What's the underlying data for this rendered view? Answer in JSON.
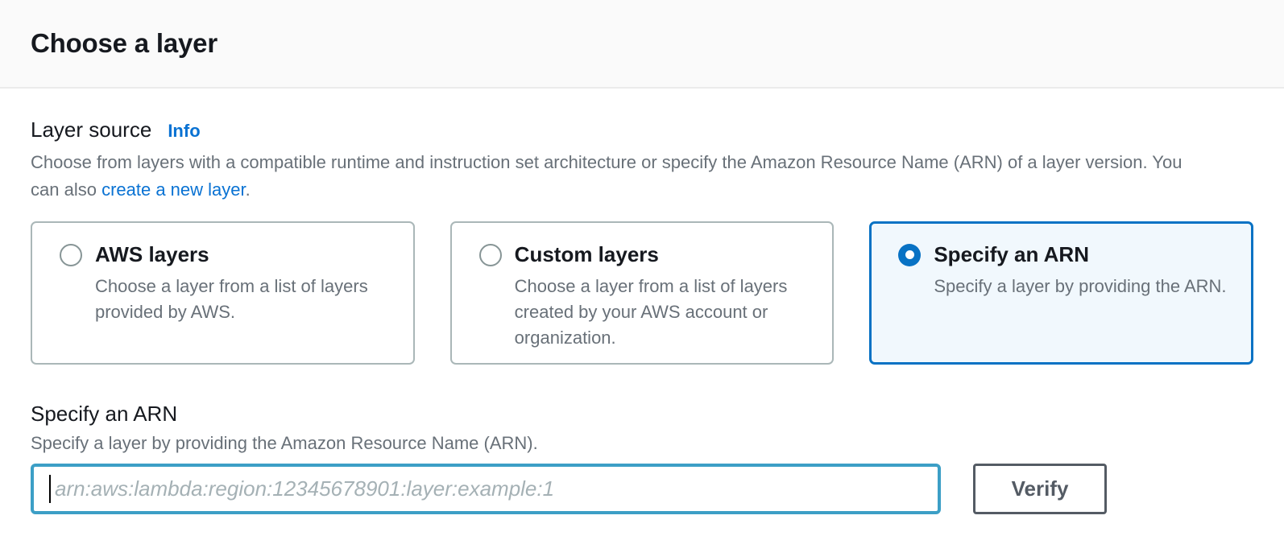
{
  "colors": {
    "accent_blue": "#0872c4",
    "link_blue": "#0972d3",
    "focus_teal": "#3c9fc6",
    "text_dark": "#16191f",
    "text_gray": "#687078",
    "button_gray": "#545b64"
  },
  "header": {
    "title": "Choose a layer"
  },
  "layer_source": {
    "label": "Layer source",
    "info_label": "Info",
    "description_before_link": "Choose from layers with a compatible runtime and instruction set architecture or specify the Amazon Resource Name (ARN) of a layer version. You can also ",
    "link_text": "create a new layer",
    "description_after_link": "."
  },
  "options": [
    {
      "title": "AWS layers",
      "description": "Choose a layer from a list of layers provided by AWS.",
      "selected": false
    },
    {
      "title": "Custom layers",
      "description": "Choose a layer from a list of layers created by your AWS account or organization.",
      "selected": false
    },
    {
      "title": "Specify an ARN",
      "description": "Specify a layer by providing the ARN.",
      "selected": true
    }
  ],
  "arn_section": {
    "title": "Specify an ARN",
    "description": "Specify a layer by providing the Amazon Resource Name (ARN).",
    "input_value": "",
    "input_placeholder": "arn:aws:lambda:region:12345678901:layer:example:1",
    "verify_button_label": "Verify"
  }
}
